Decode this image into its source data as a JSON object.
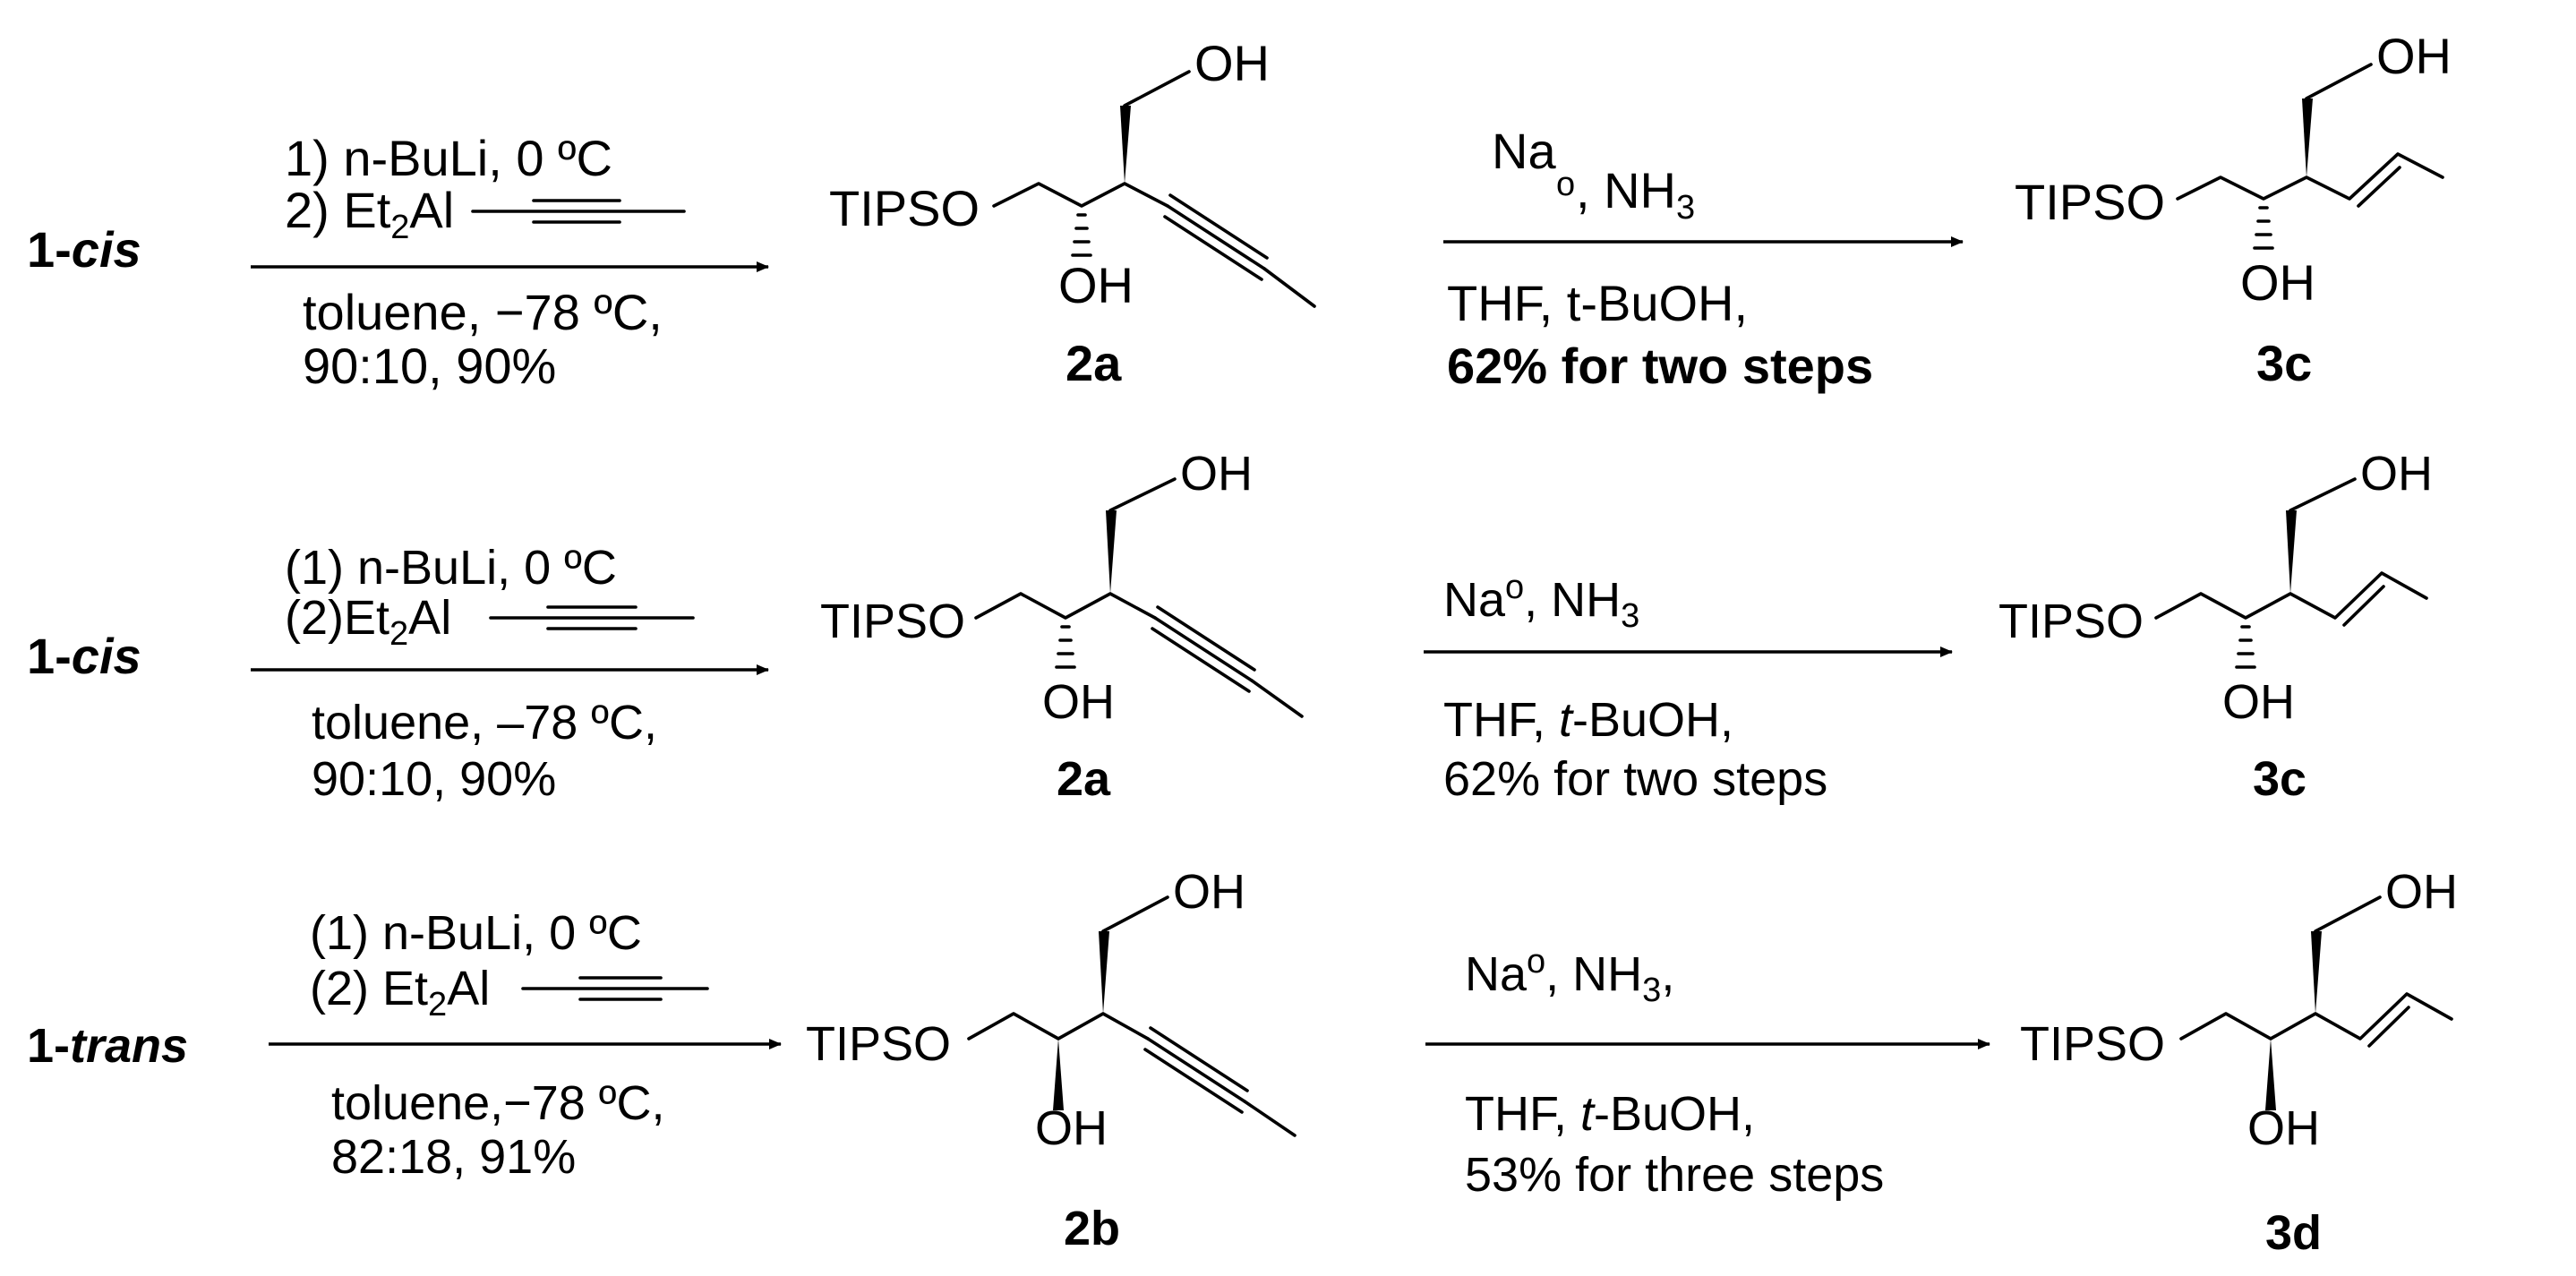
{
  "rows": [
    {
      "start": {
        "num": "1-",
        "iso": "cis"
      },
      "step1": {
        "line1_num": "1)",
        "line1_text": "n-BuLi, 0 ºC",
        "line2_num": "2)",
        "line2_text": "Et",
        "line2_sub": "2",
        "line2_tail": "Al",
        "line3": "toluene, −78 ºC,",
        "line4": "90:10, 90%"
      },
      "intermediate": {
        "label": "2a",
        "tips": "TIPSO",
        "oh_top": "OH",
        "oh_bottom": "OH"
      },
      "step2": {
        "line1_a": "Na",
        "line1_sup": "o",
        "line1_b": ", NH",
        "line1_sub": "3",
        "line2_a": "THF,  t-BuOH,",
        "line3": "62% for two steps"
      },
      "product": {
        "label": "3c",
        "tips": "TIPSO",
        "oh_top": "OH",
        "oh_bottom": "OH"
      }
    },
    {
      "start": {
        "num": "1-",
        "iso": "cis"
      },
      "step1": {
        "line1_num": "(1)",
        "line1_text": "n-BuLi, 0 ºC",
        "line2_num": "(2)",
        "line2_text": "Et",
        "line2_sub": "2",
        "line2_tail": "Al",
        "line3": "toluene, –78 ºC,",
        "line4": "90:10, 90%"
      },
      "intermediate": {
        "label": "2a",
        "tips": "TIPSO",
        "oh_top": "OH",
        "oh_bottom": "OH"
      },
      "step2": {
        "line1_a": "Na",
        "line1_sup": "o",
        "line1_b": ", NH",
        "line1_sub": "3",
        "line2_a": "THF,  ",
        "line2_i": "t",
        "line2_b": "-BuOH,",
        "line3": "62% for two steps"
      },
      "product": {
        "label": "3c",
        "tips": "TIPSO",
        "oh_top": "OH",
        "oh_bottom": "OH"
      }
    },
    {
      "start": {
        "num": "1-",
        "iso": "trans"
      },
      "step1": {
        "line1_num": "(1)",
        "line1_text": "n-BuLi, 0 ºC",
        "line2_num": "(2)",
        "line2_text": "Et",
        "line2_sub": "2",
        "line2_tail": "Al",
        "line3": "toluene,−78 ºC,",
        "line4": "82:18, 91%"
      },
      "intermediate": {
        "label": "2b",
        "tips": "TIPSO",
        "oh_top": "OH",
        "oh_bottom": "OH"
      },
      "step2": {
        "line1_a": "Na",
        "line1_sup": "o",
        "line1_b": ", NH",
        "line1_sub": "3",
        "line1_c": ",",
        "line2_a": "THF,  ",
        "line2_i": "t",
        "line2_b": "-BuOH,",
        "line3": "53% for three steps"
      },
      "product": {
        "label": "3d",
        "tips": "TIPSO",
        "oh_top": "OH",
        "oh_bottom": "OH"
      }
    }
  ]
}
